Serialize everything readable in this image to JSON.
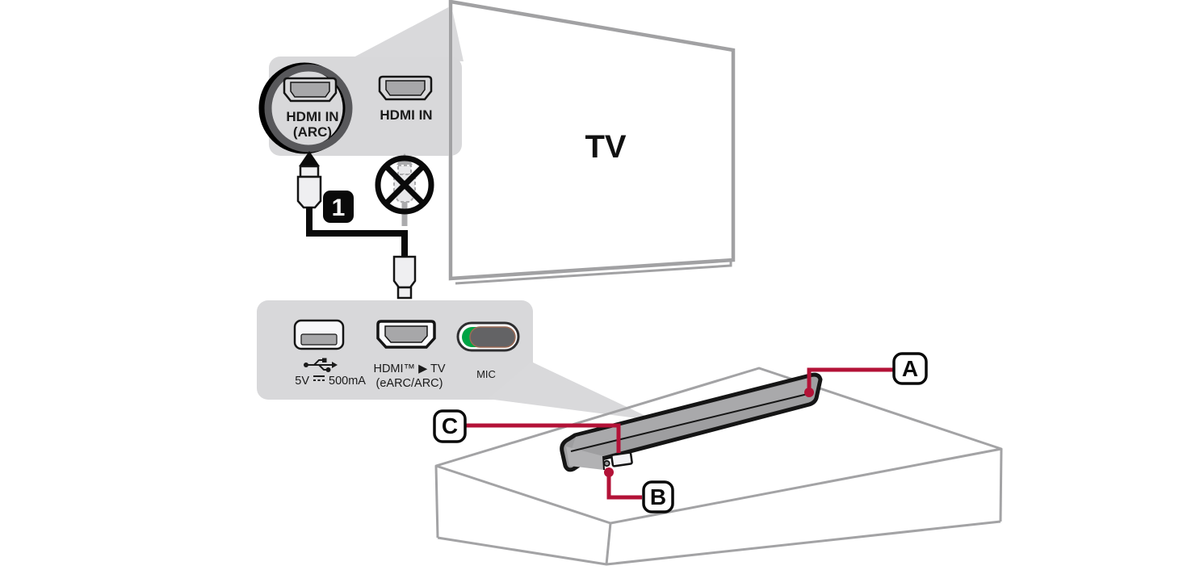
{
  "colors": {
    "accent": "#B31237",
    "panel_gray": "#D8D8DA",
    "mic_green": "#00A445",
    "outline_gray": "#A1A1A3"
  },
  "tv": {
    "label": "TV"
  },
  "tv_ports_panel": {
    "arc_port_label_line1": "HDMI IN",
    "arc_port_label_line2": "(ARC)",
    "hdmi_port_label": "HDMI IN"
  },
  "connection": {
    "step_number": "1"
  },
  "soundbar_ports_panel": {
    "usb_voltage": "5V",
    "usb_current": "500mA",
    "hdmi_out_label_line1": "HDMI™ ▶ TV",
    "hdmi_out_label_line2": "(eARC/ARC)",
    "mic_label": "MIC"
  },
  "callouts": {
    "a": "A",
    "b": "B",
    "c": "C"
  }
}
